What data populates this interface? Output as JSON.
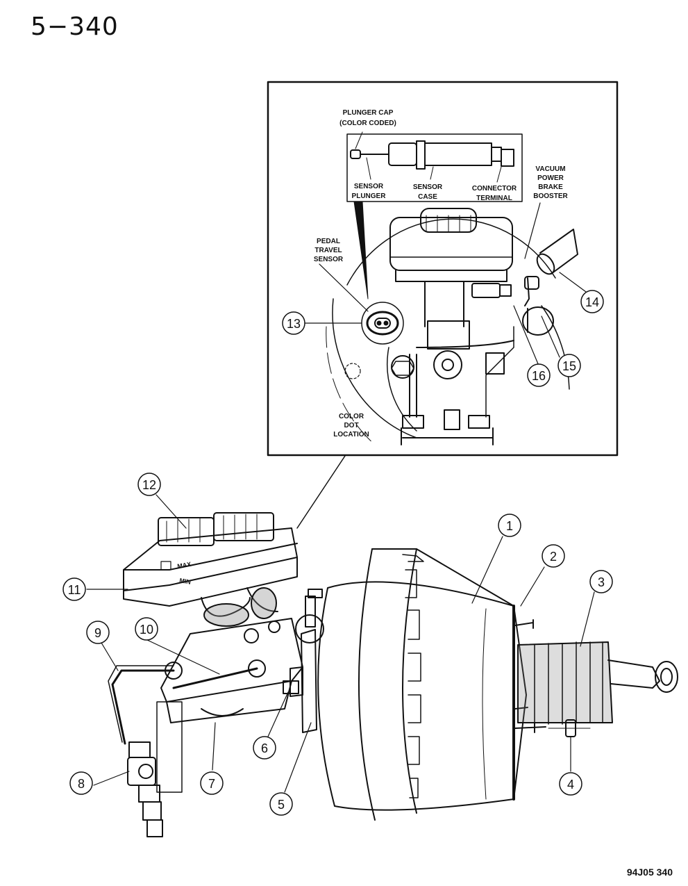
{
  "page": {
    "number": "5−340",
    "figure_code": "94J05 340"
  },
  "inset": {
    "labels": {
      "plunger_cap": [
        "PLUNGER CAP",
        "(COLOR CODED)"
      ],
      "sensor_plunger": [
        "SENSOR",
        "PLUNGER"
      ],
      "sensor_case": [
        "SENSOR",
        "CASE"
      ],
      "connector_terminal": [
        "CONNECTOR",
        "TERMINAL"
      ],
      "vacuum_booster": [
        "VACUUM",
        "POWER",
        "BRAKE",
        "BOOSTER"
      ],
      "pedal_travel_sensor": [
        "PEDAL",
        "TRAVEL",
        "SENSOR"
      ],
      "color_dot": [
        "COLOR",
        "DOT",
        "LOCATION"
      ]
    }
  },
  "reservoir": {
    "max_label": "MAX",
    "min_label": "MIN"
  },
  "callouts": [
    "1",
    "2",
    "3",
    "4",
    "5",
    "6",
    "7",
    "8",
    "9",
    "10",
    "11",
    "12",
    "13",
    "14",
    "15",
    "16"
  ]
}
